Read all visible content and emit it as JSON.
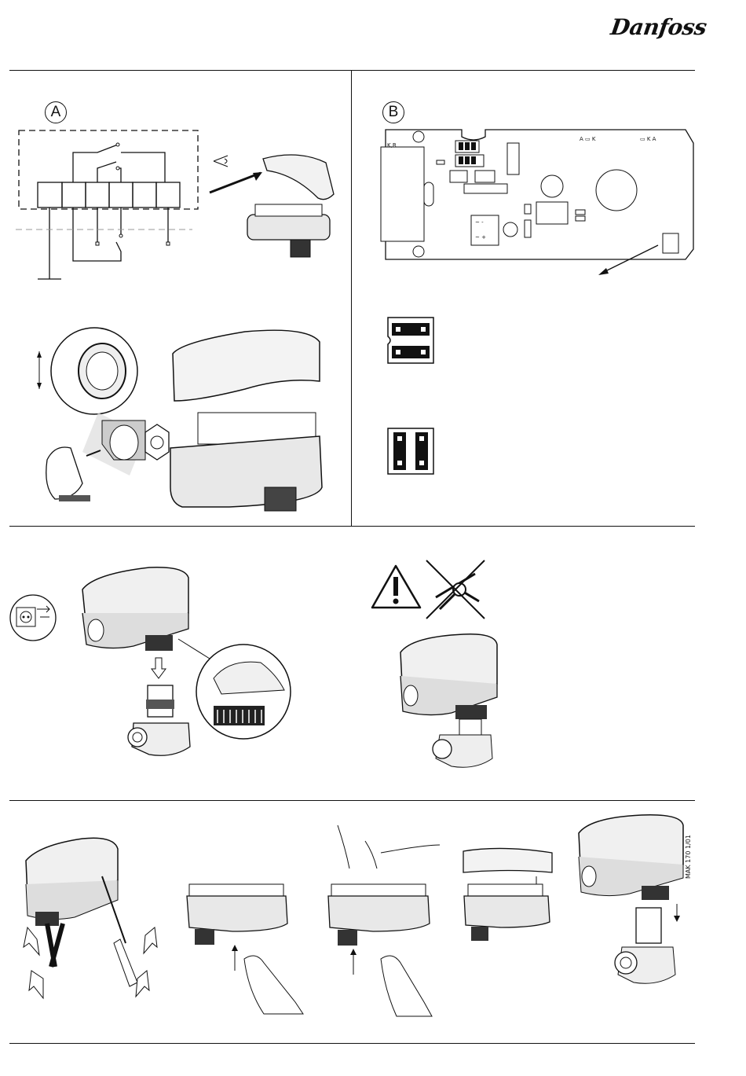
{
  "brand": {
    "logo_text": "Danfoss"
  },
  "section_a": {
    "label": "A"
  },
  "section_b": {
    "label": "B"
  },
  "pcb": {
    "label_kr": "K,R",
    "label_a_k_left": "A ▭ K",
    "label_k_a_right": "▭ K A",
    "psu_minus": "~  -",
    "psu_plus": "~  +"
  },
  "doc_code": "MAK 170 1/01"
}
